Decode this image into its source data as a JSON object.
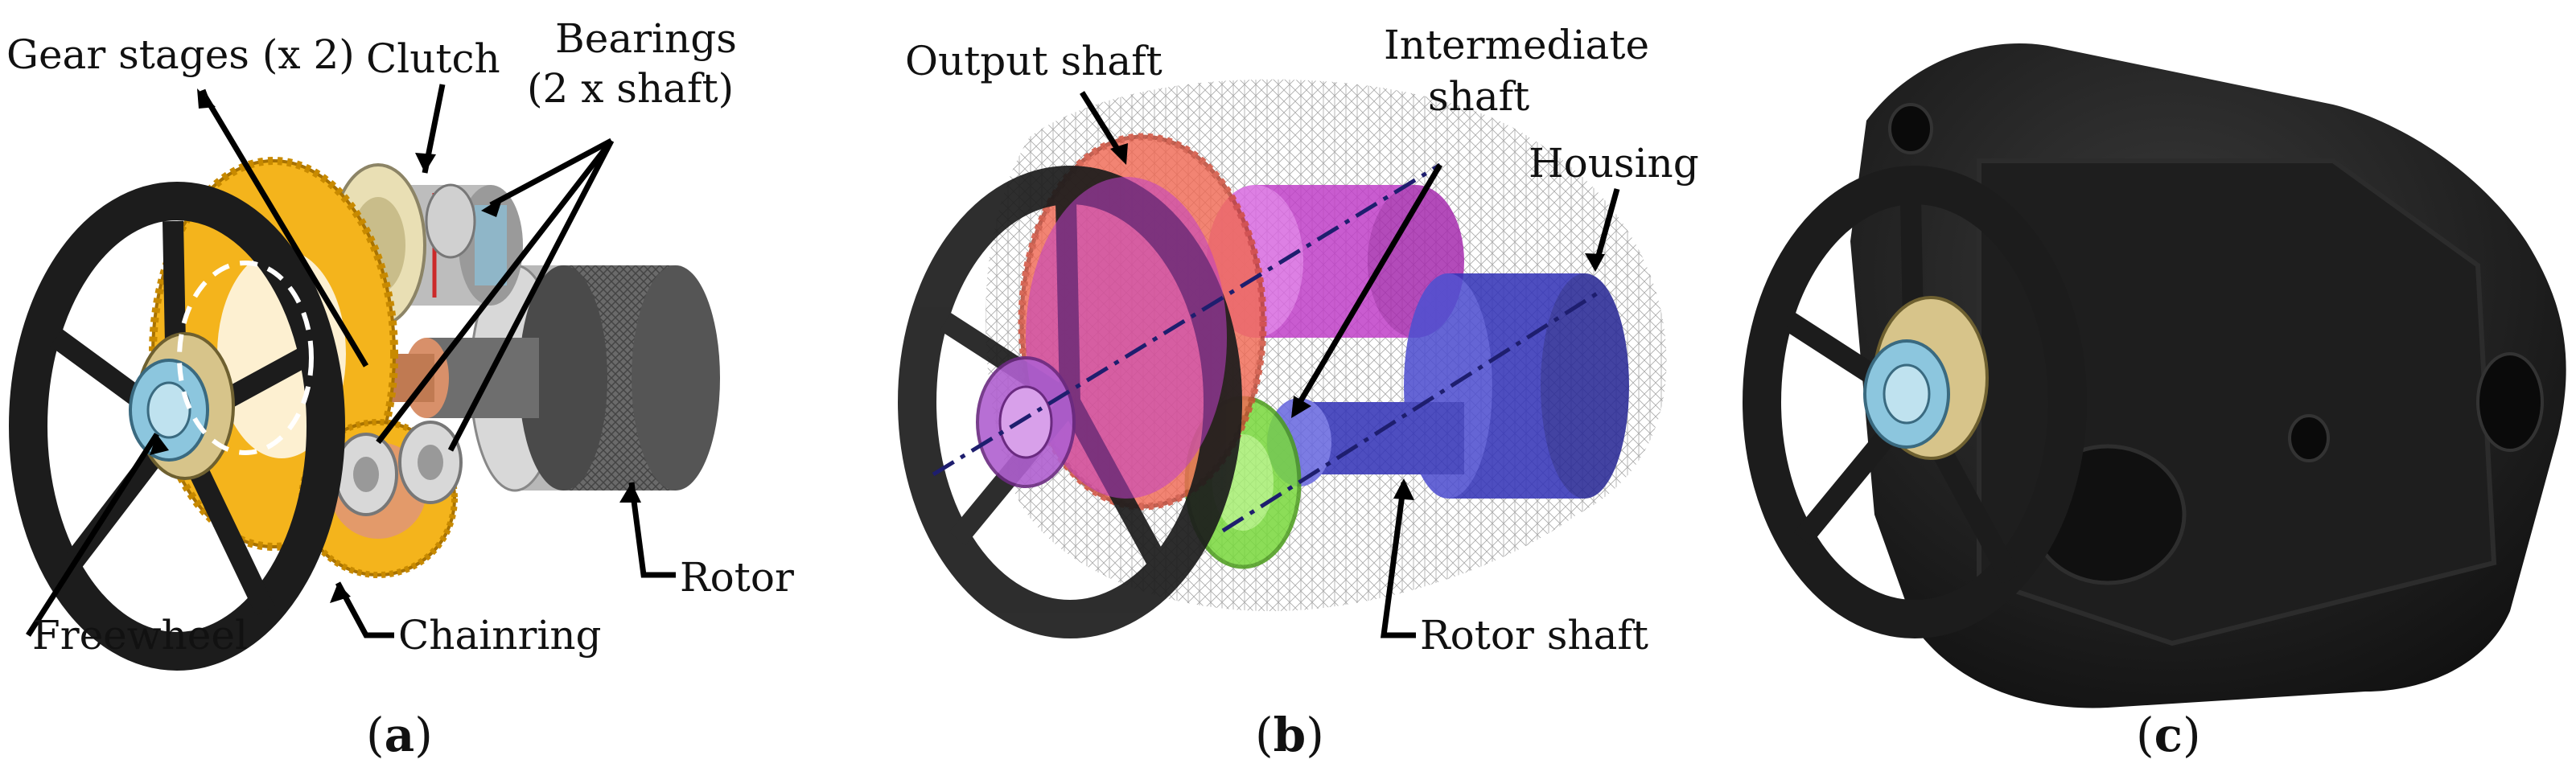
{
  "panels": [
    {
      "caption_letter": "a",
      "labels": {
        "gear_stages": "Gear stages (x 2)",
        "clutch": "Clutch",
        "bearings_line1": "Bearings",
        "bearings_line2": "(2 x shaft)",
        "freewheel": "Freewheel",
        "chainring": "Chainring",
        "rotor": "Rotor"
      }
    },
    {
      "caption_letter": "b",
      "labels": {
        "output_shaft": "Output shaft",
        "intermediate_line1": "Intermediate",
        "intermediate_line2": "shaft",
        "housing": "Housing",
        "rotor_shaft": "Rotor shaft"
      }
    },
    {
      "caption_letter": "c",
      "labels": {}
    }
  ],
  "colors": {
    "gear_yellow": "#f4b41c",
    "clutch_cream": "#e9dfb4",
    "output_shaft_red": "#f06a55",
    "intermediate_magenta": "#c040c8",
    "rotor_blue": "#3636b8",
    "green_gear": "#78d83c",
    "housing_black": "#151515",
    "chainring_black": "#1c1c1c",
    "spline_blue": "#8cc6de"
  }
}
